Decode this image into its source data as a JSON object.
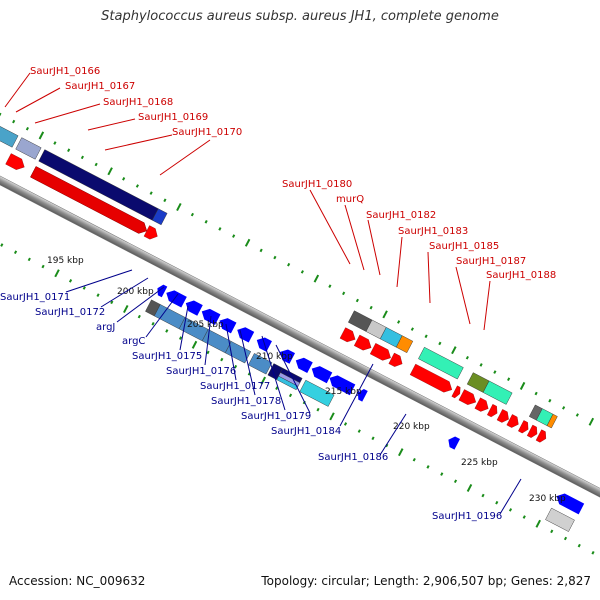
{
  "header": {
    "title": "Staphylococcus aureus subsp. aureus JH1, complete genome"
  },
  "footer": {
    "accession": "Accession: NC_009632",
    "topology": "Topology: circular; Length: 2,906,507 bp; Genes: 2,827"
  },
  "scale_labels": [
    "195 kbp",
    "200 kbp",
    "205 kbp",
    "210 kbp",
    "215 kbp",
    "220 kbp",
    "225 kbp",
    "230 kbp"
  ],
  "forward_gene_labels": [
    "SaurJH1_0166",
    "SaurJH1_0167",
    "SaurJH1_0168",
    "SaurJH1_0169",
    "SaurJH1_0170",
    "SaurJH1_0180",
    "murQ",
    "SaurJH1_0182",
    "SaurJH1_0183",
    "SaurJH1_0185",
    "SaurJH1_0187",
    "SaurJH1_0188"
  ],
  "reverse_gene_labels": [
    "SaurJH1_0171",
    "SaurJH1_0172",
    "argJ",
    "argC",
    "SaurJH1_0175",
    "SaurJH1_0176",
    "SaurJH1_0177",
    "SaurJH1_0178",
    "SaurJH1_0179",
    "SaurJH1_0184",
    "SaurJH1_0186",
    "SaurJH1_0196"
  ],
  "colors": {
    "forward_label": "#cc0000",
    "reverse_label": "#00008b",
    "forward_arrow": "#ff0000",
    "reverse_arrow": "#0000ff",
    "backbone": "#8c8c8c",
    "tick": "#1a8c1a"
  }
}
